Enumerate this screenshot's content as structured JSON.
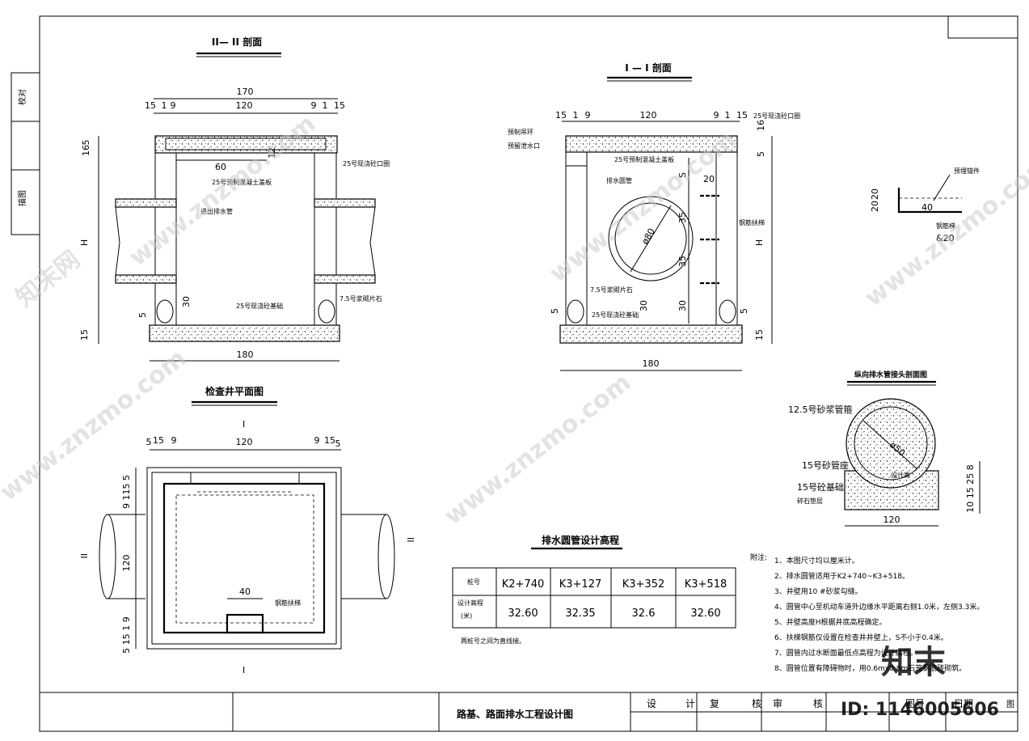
{
  "views": {
    "section_ii": {
      "title": "II— II 剖面",
      "dims": {
        "total_width": "170",
        "left_15": "15",
        "left_1": "1",
        "left_9": "9",
        "center_120": "120",
        "right_9": "9",
        "right_1": "1",
        "right_15": "15",
        "top_5": "5",
        "top_16": "16",
        "H": "H",
        "bottom_15": "15",
        "bottom_width": "180",
        "w60": "60",
        "h12": "12",
        "h30": "30",
        "h5": "5"
      },
      "labels": {
        "cover": "25号预制混凝土盖板",
        "top_beam": "25号现浇砼口圈",
        "inlet_pipe": "进出排水管",
        "mortar": "7.5号浆砌片石",
        "foundation": "25号现浇砼基础"
      }
    },
    "section_i": {
      "title": "I — I 剖面",
      "dims": {
        "left_15": "15",
        "left_1": "1",
        "left_9": "9",
        "center_120": "120",
        "right_9": "9",
        "right_1": "1",
        "right_15": "15",
        "top_16": "16",
        "top_5": "5",
        "S": "S",
        "w20": "20",
        "h35a": "35",
        "h35b": "35",
        "H": "H",
        "diam": "ø80",
        "h30a": "30",
        "h30b": "30",
        "h5a": "5",
        "h5b": "5",
        "bottom_15": "15",
        "bottom_width": "180"
      },
      "labels": {
        "top_beam": "25号现浇砼口圈",
        "steel_hook": "预制吊环",
        "drain_outlet": "预留泄水口",
        "cover": "25号预制混凝土盖板",
        "drain_pipe": "排水圆管",
        "ladder": "钢筋扶梯",
        "mortar": "7.5号浆砌片石",
        "foundation": "25号现浇砼基础"
      }
    },
    "ladder_detail": {
      "label_top": "预埋锚件",
      "h20a": "20",
      "h20b": "20",
      "w40": "40",
      "label_bottom": "钢筋梯",
      "spec": "&20"
    },
    "plan": {
      "title": "检查井平面图",
      "dims": {
        "l5": "5",
        "l15": "15",
        "l9": "9",
        "c120": "120",
        "r9": "9",
        "r15": "15",
        "r5": "5",
        "v_top": "9 115 5",
        "v_c120": "120",
        "v_bottom": "5 15 1 9",
        "w40": "40"
      },
      "labels": {
        "ladder": "钢筋扶梯",
        "sec_left": "II",
        "sec_right": "II",
        "sec_top": "I",
        "sec_bottom": "I"
      }
    },
    "joint_detail": {
      "title": "纵向排水管接头剖面图",
      "labels": {
        "collar": "12.5号砂浆管箍",
        "pipe_diam": "ø50",
        "flow_line": "设计高",
        "mortar_seat": "15号砂管座",
        "base": "15号砼基础",
        "bedding": "碎石垫层"
      },
      "dims": {
        "w120": "120",
        "v_dims": "10 15 25 8"
      }
    }
  },
  "elevation_table": {
    "title": "排水圆管设计高程",
    "header_label": "桩号",
    "row_label": "设计高程\n(米)",
    "stations": [
      "K2+740",
      "K3+127",
      "K3+352",
      "K3+518"
    ],
    "elevations": [
      "32.60",
      "32.35",
      "32.6",
      "32.60"
    ],
    "footnote": "两桩号之间为直线接。"
  },
  "notes": {
    "prefix": "附注:",
    "items": [
      "1、本图尺寸均以厘米计。",
      "2、排水圆管适用于K2+740~K3+518。",
      "3、井壁用10  #砂浆勾缝。",
      "4、圆管中心至机动车道外边缘水平距离右侧1.0米，左侧3.3米。",
      "5、井壁高度H根据井底高程确定。",
      "6、扶梯钢筋仅设置在检查井井壁上，S不小于0.4米。",
      "7、圆管内过水断面最低点高程为设计高程。",
      "8、圆管位置有障碍物时，用0.6mx0.8m石笼钢筋砖砌筑。"
    ]
  },
  "side_labels": {
    "review": "校对",
    "drawing": "描图"
  },
  "title_block": {
    "project": "路基、路面排水工程设计图",
    "design": "设",
    "design2": "计",
    "check": "复",
    "check2": "核",
    "approve": "审",
    "approve2": "核",
    "drawing_no": "图号",
    "date": "日期",
    "extra": "图"
  },
  "watermarks": {
    "brand": "知末网",
    "url": "www.znzmo.com",
    "logo": "知末",
    "id": "ID: 1146005606"
  }
}
